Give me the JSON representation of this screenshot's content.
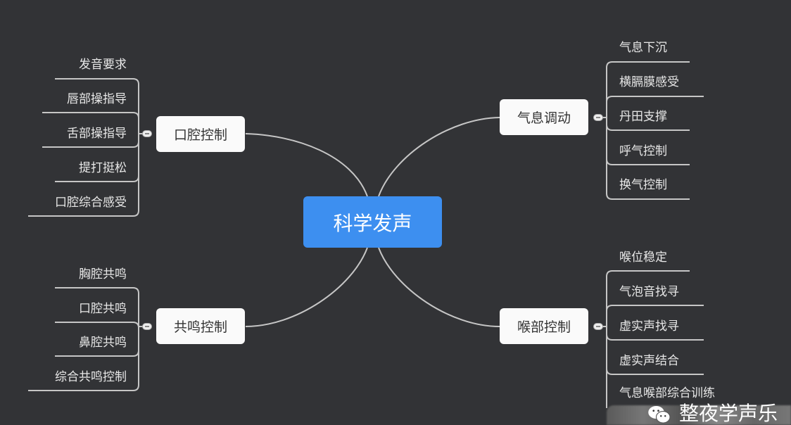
{
  "center": {
    "label": "科学发声"
  },
  "branches": {
    "oral": {
      "label": "口腔控制",
      "items": [
        "发音要求",
        "唇部操指导",
        "舌部操指导",
        "提打挺松",
        "口腔综合感受"
      ]
    },
    "resonance": {
      "label": "共鸣控制",
      "items": [
        "胸腔共鸣",
        "口腔共鸣",
        "鼻腔共鸣",
        "综合共鸣控制"
      ]
    },
    "breath": {
      "label": "气息调动",
      "items": [
        "气息下沉",
        "横膈膜感受",
        "丹田支撑",
        "呼气控制",
        "换气控制"
      ]
    },
    "larynx": {
      "label": "喉部控制",
      "items": [
        "喉位稳定",
        "气泡音找寻",
        "虚实声找寻",
        "虚实声结合",
        "气息喉部综合训练"
      ]
    }
  },
  "watermark": {
    "text": "整夜学声乐"
  },
  "colors": {
    "background": "#323336",
    "center": "#3d8ff0",
    "line": "#c8c8c8"
  }
}
